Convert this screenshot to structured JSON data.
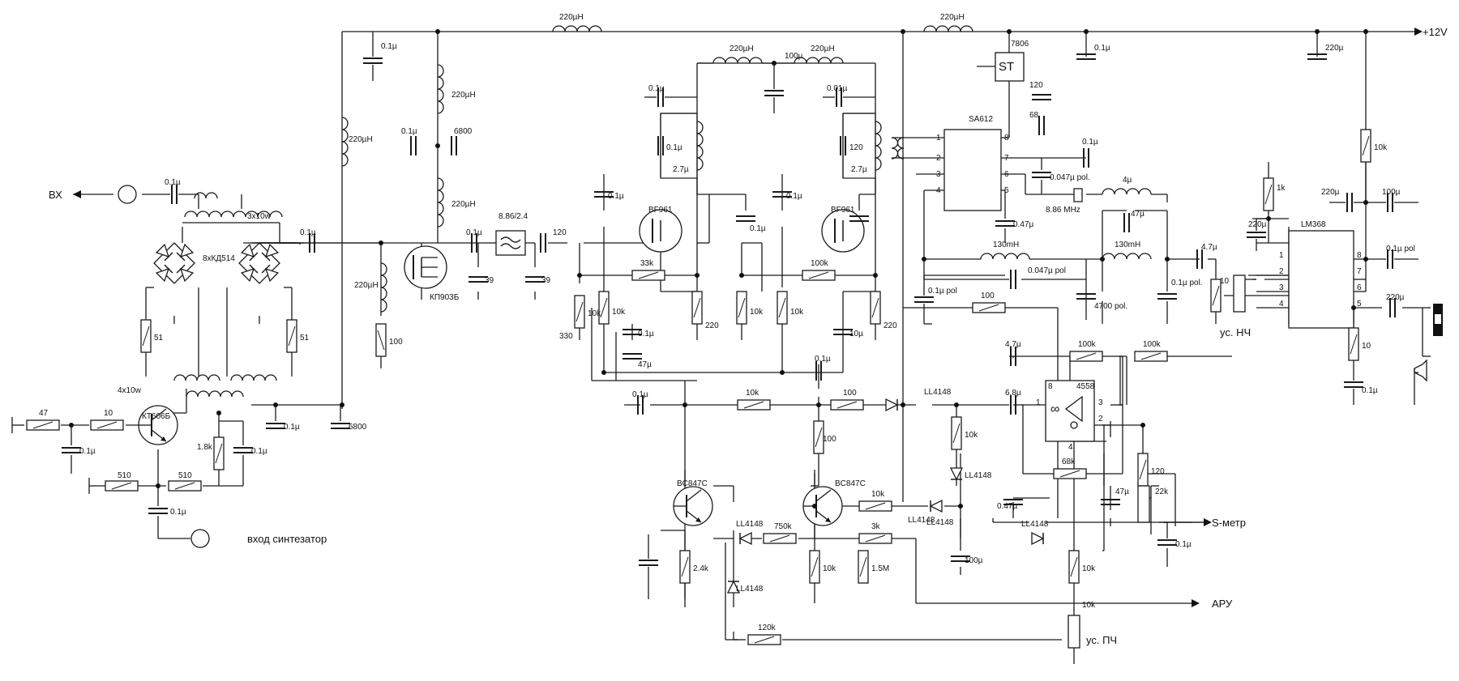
{
  "terminals": {
    "input": "ВХ",
    "synth": "вход синтезатор",
    "power": "+12V",
    "smeter": "S-метр",
    "agc": "АРУ",
    "af_gain": "ус. НЧ",
    "if_gain": "ус. ПЧ"
  },
  "semis": {
    "q_kt606": "КТ606Б",
    "q_kp903": "КП903Б",
    "q_bf961_a": "BF961",
    "q_bf961_b": "BF961",
    "q_bc847_a": "BC847C",
    "q_bc847_b": "BC847C",
    "diode_bridge": "8хКД514",
    "reg": "7806",
    "mixer": "SA612",
    "audio_amp": "LM368",
    "opamp": "4558",
    "filter": "8.86/2.4",
    "crystal": "8.86 MHz",
    "st": "ST"
  },
  "windings": {
    "w1": "3х10w",
    "w2": "4х10w"
  },
  "diodes": [
    "LL4148",
    "LL4148",
    "LL4148",
    "LL4148",
    "LL4148",
    "LL4148",
    "LL4148"
  ],
  "inductors": [
    "220µH",
    "220µH",
    "220µH",
    "220µH",
    "220µH",
    "220µH",
    "220µH",
    "220µH",
    "130mH",
    "130mH",
    "2.7µ",
    "2.7µ",
    "4µ"
  ],
  "resistors": [
    "47",
    "10",
    "510",
    "510",
    "1.8k",
    "51",
    "51",
    "100",
    "330",
    "10k",
    "33k",
    "220",
    "10k",
    "10k",
    "100k",
    "220",
    "10k",
    "100",
    "100",
    "100",
    "10k",
    "750k",
    "2.4k",
    "10k",
    "1.5M",
    "10k",
    "3k",
    "120k",
    "10k",
    "10k",
    "100k",
    "100k",
    "68k",
    "120",
    "22k",
    "1k",
    "10k",
    "10",
    "10",
    "10k"
  ],
  "capacitors": [
    "0.1µ",
    "0.1µ",
    "0.1µ",
    "0.1µ",
    "6800",
    "0.1µ",
    "6800",
    "0.1µ",
    "0.1µ",
    "39",
    "39",
    "0.1µ",
    "0.1µ",
    "120",
    "0.1µ",
    "0.1µ",
    "0.01µ",
    "0.1µ",
    "0.1µ",
    "0.1µ",
    "120",
    "0.1µ",
    "10µ",
    "47µ",
    "0.1µ",
    "0.1µ",
    "100µ",
    "120",
    "68",
    "0.1µ",
    "0.1µ",
    "0.047µ pol.",
    "0.47µ",
    "0.1µ pol",
    "0.047µ pol",
    "4700 pol.",
    "0.1µ pol.",
    "47µ",
    "4.7µ",
    "4.7µ",
    "6.8µ",
    "0.47µ",
    "100µ",
    "47µ",
    "0.1µ",
    "220µ",
    "220µ",
    "220µ",
    "100µ",
    "0.1µ pol",
    "220µ",
    "0.1µ"
  ],
  "pins": {
    "sa612": [
      "1",
      "2",
      "3",
      "4",
      "8",
      "7",
      "6",
      "5"
    ],
    "lm368": [
      "1",
      "2",
      "3",
      "4",
      "8",
      "7",
      "6",
      "5"
    ],
    "op4558": [
      "8",
      "1",
      "3",
      "2",
      "4"
    ]
  }
}
